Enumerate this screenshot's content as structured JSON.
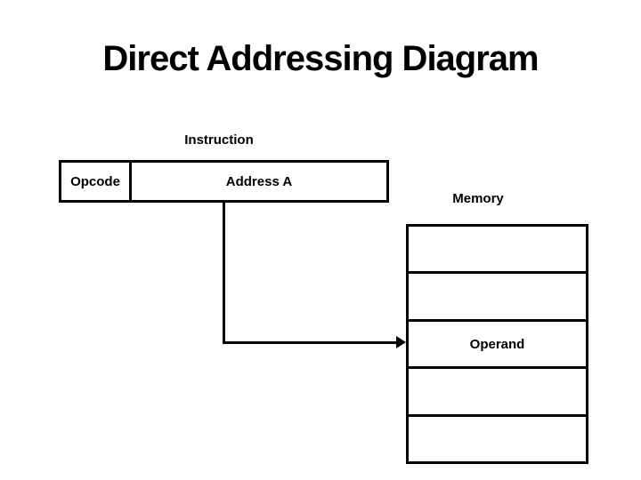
{
  "slide": {
    "title": "Direct Addressing Diagram",
    "background_color": "#ffffff",
    "line_color": "#000000",
    "text_color": "#000000"
  },
  "instruction": {
    "label": "Instruction",
    "fields": [
      {
        "label": "Opcode"
      },
      {
        "label": "Address A"
      }
    ]
  },
  "memory": {
    "label": "Memory",
    "rows": [
      "",
      "",
      "Operand",
      "",
      ""
    ],
    "operand_row_index": 2
  },
  "connector": {
    "shape": "elbow-arrow",
    "direction": "right"
  }
}
